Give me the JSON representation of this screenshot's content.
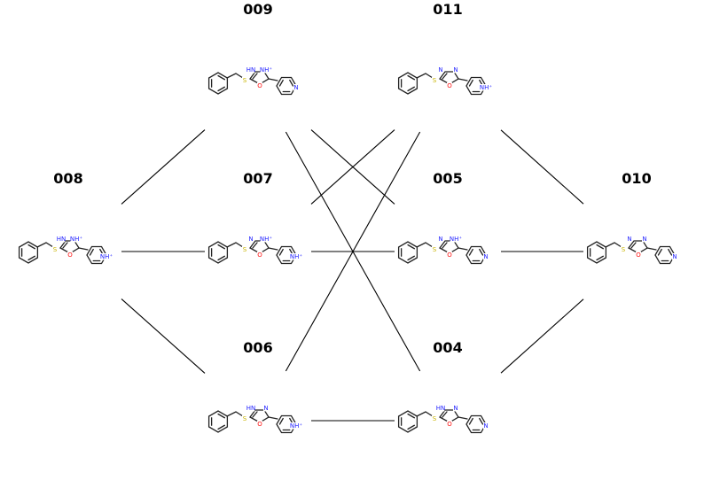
{
  "colors": {
    "nitrogen": "#1f1fff",
    "oxygen": "#ff0d0d",
    "sulfur": "#c9b400",
    "bond": "#222222",
    "edge": "#000000"
  },
  "nodes": [
    {
      "id": "009",
      "atoms": {
        "n_left": "HN",
        "n_right": "NH⁺",
        "o": "O",
        "s": "S",
        "n_pyr": "N"
      }
    },
    {
      "id": "011",
      "atoms": {
        "n_left": "N",
        "n_right": "N",
        "o": "O",
        "s": "S",
        "n_pyr": "NH⁺"
      }
    },
    {
      "id": "008",
      "atoms": {
        "n_left": "HN",
        "n_right": "NH⁺",
        "o": "O",
        "s": "S",
        "n_pyr": "NH⁺"
      }
    },
    {
      "id": "007",
      "atoms": {
        "n_left": "N",
        "n_right": "NH⁺",
        "o": "O",
        "s": "S",
        "n_pyr": "NH⁺"
      }
    },
    {
      "id": "005",
      "atoms": {
        "n_left": "N",
        "n_right": "NH⁺",
        "o": "O",
        "s": "S",
        "n_pyr": "N"
      }
    },
    {
      "id": "010",
      "atoms": {
        "n_left": "N",
        "n_right": "N",
        "o": "O",
        "s": "S",
        "n_pyr": "N"
      }
    },
    {
      "id": "006",
      "atoms": {
        "n_left": "HN",
        "n_right": "N",
        "o": "O",
        "s": "S",
        "n_pyr": "NH⁺"
      }
    },
    {
      "id": "004",
      "atoms": {
        "n_left": "HN",
        "n_right": "N",
        "o": "O",
        "s": "S",
        "n_pyr": "N"
      }
    }
  ],
  "edges": [
    [
      "008",
      "009"
    ],
    [
      "008",
      "007"
    ],
    [
      "008",
      "006"
    ],
    [
      "009",
      "005"
    ],
    [
      "009",
      "004"
    ],
    [
      "011",
      "007"
    ],
    [
      "011",
      "006"
    ],
    [
      "011",
      "010"
    ],
    [
      "007",
      "005"
    ],
    [
      "005",
      "010"
    ],
    [
      "006",
      "004"
    ],
    [
      "004",
      "010"
    ]
  ]
}
